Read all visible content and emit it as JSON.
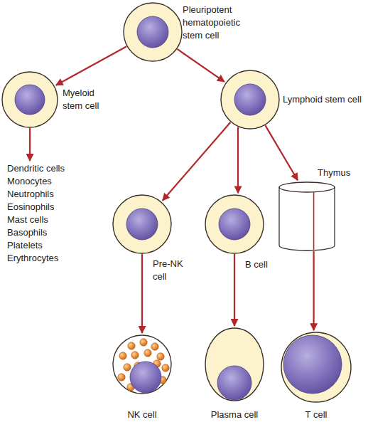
{
  "diagram": {
    "nodes": [
      {
        "text": [
          "Pleuripotent hematopoietic stem cell"
        ]
      },
      {
        "text": [
          "Myeloid stem cell"
        ]
      },
      {
        "text": [
          "Lymphoid stem cell"
        ]
      },
      {
        "text": [
          "Dendritic cells",
          "Monocytes",
          "Neutrophils",
          "Eosinophils",
          "Mast cells",
          "Basophils",
          "Platelets",
          "Erythrocytes"
        ]
      },
      {
        "text": [
          "Thymus"
        ]
      },
      {
        "text": [
          "Pre-NK cell"
        ]
      },
      {
        "text": [
          "B cell"
        ]
      },
      {
        "text": [
          "NK cell"
        ]
      },
      {
        "text": [
          "Plasma cell"
        ]
      },
      {
        "text": [
          "T cell"
        ]
      }
    ],
    "edges": [
      {
        "from": 0,
        "to": 1,
        "arrow": "to"
      },
      {
        "from": 0,
        "to": 2,
        "arrow": "to"
      },
      {
        "from": 1,
        "to": 3,
        "arrow": "to"
      },
      {
        "from": 2,
        "to": 5,
        "arrow": "to"
      },
      {
        "from": 2,
        "to": 6,
        "arrow": "to"
      },
      {
        "from": 2,
        "to": 4,
        "arrow": "to"
      },
      {
        "from": 5,
        "to": 7,
        "arrow": "to"
      },
      {
        "from": 6,
        "to": 8,
        "arrow": "to"
      },
      {
        "from": 4,
        "to": 9,
        "arrow": "to"
      }
    ]
  }
}
